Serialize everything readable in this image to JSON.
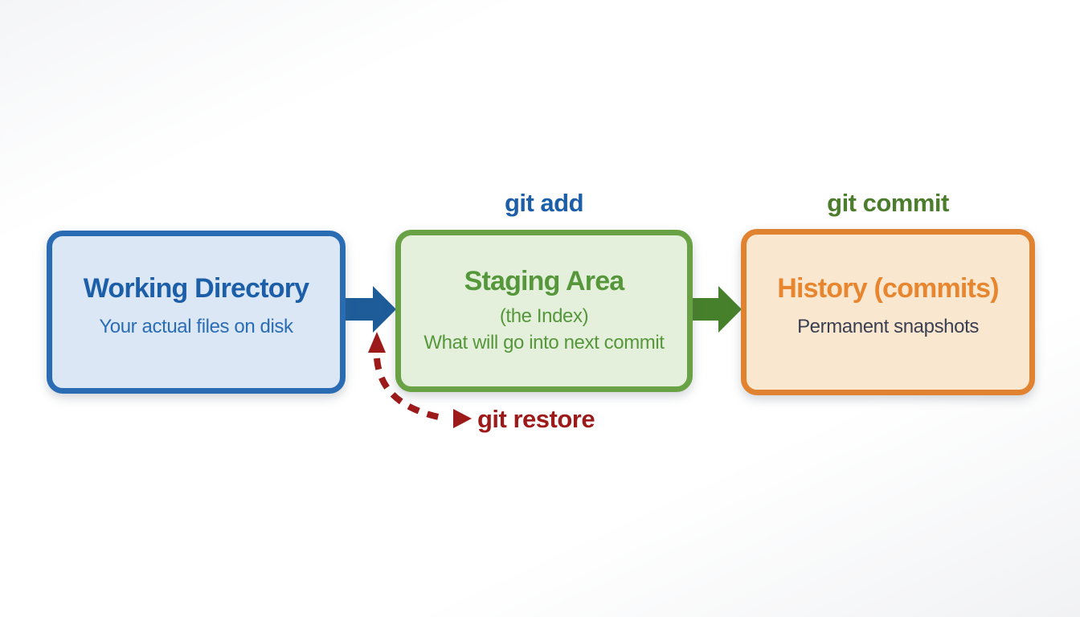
{
  "diagram": {
    "title_semantic": "Git workflow: working directory, staging area, history",
    "background_color": "#ffffff",
    "boxes": [
      {
        "name": "working-directory",
        "title": "Working Directory",
        "subtitle": "Your actual files on disk",
        "border_color": "#2a6cb3",
        "fill_color": "#dbe7f5",
        "title_color": "#1c5fa8",
        "subtitle_color": "#2a6db5"
      },
      {
        "name": "staging-area",
        "title": "Staging Area",
        "subtitle": "(the Index)",
        "subtitle2": "What will go into next commit",
        "border_color": "#69a244",
        "fill_color": "#e5f0dc",
        "title_color": "#55973a",
        "subtitle_color": "#55973a"
      },
      {
        "name": "history-commits",
        "title": "History (commits)",
        "subtitle": "Permanent snapshots",
        "border_color": "#e0822f",
        "fill_color": "#fae7d0",
        "title_color": "#e8862f",
        "subtitle_color": "#3b3f52"
      }
    ],
    "arrow_labels": [
      {
        "name": "git-add",
        "text": "git add",
        "color": "#1c5fa8"
      },
      {
        "name": "git-commit",
        "text": "git commit",
        "color": "#4c7d2d"
      },
      {
        "name": "git-restore",
        "text": "git restore",
        "color": "#9d1a1a"
      }
    ],
    "arrows": {
      "git_add_color": "#1d5c99",
      "git_commit_color": "#47802a",
      "git_restore_color": "#9d1a1a"
    }
  }
}
